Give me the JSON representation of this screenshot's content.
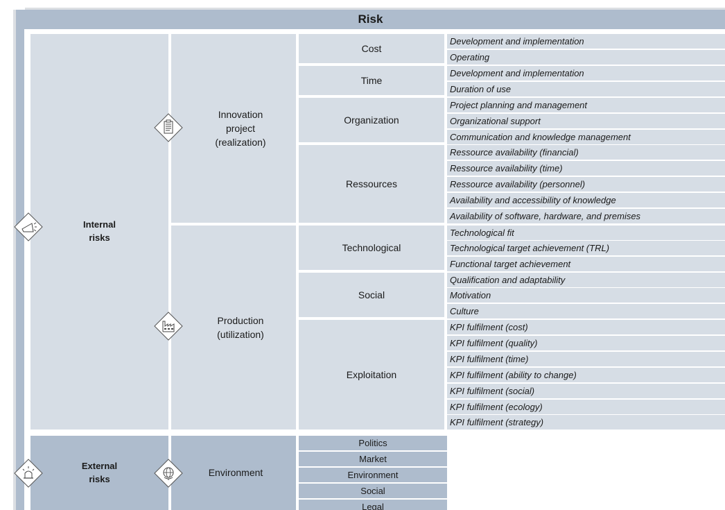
{
  "title": "Risk",
  "internal": {
    "label_line1": "Internal",
    "label_line2": "risks",
    "innovation": {
      "line1": "Innovation",
      "line2": "project",
      "line3": "(realization)",
      "categories": [
        {
          "name": "Cost",
          "items": [
            "Development and implementation",
            "Operating"
          ]
        },
        {
          "name": "Time",
          "items": [
            "Development and implementation",
            "Duration of use"
          ]
        },
        {
          "name": "Organization",
          "items": [
            "Project planning and management",
            "Organizational support",
            "Communication and knowledge management"
          ]
        },
        {
          "name": "Ressources",
          "items": [
            "Ressource availability (financial)",
            "Ressource availability (time)",
            "Ressource availability (personnel)",
            "Availability and accessibility of knowledge",
            "Availability of software, hardware, and premises"
          ]
        }
      ]
    },
    "production": {
      "line1": "Production",
      "line2": "(utilization)",
      "categories": [
        {
          "name": "Technological",
          "items": [
            "Technological fit",
            "Technological target achievement (TRL)",
            "Functional target achievement"
          ]
        },
        {
          "name": "Social",
          "items": [
            "Qualification and adaptability",
            "Motivation",
            "Culture"
          ]
        },
        {
          "name": "Exploitation",
          "items": [
            "KPI fulfilment (cost)",
            "KPI fulfilment (quality)",
            "KPI fulfilment (time)",
            "KPI fulfilment (ability to change)",
            "KPI fulfilment (social)",
            "KPI fulfilment (ecology)",
            "KPI fulfilment (strategy)"
          ]
        }
      ]
    }
  },
  "external": {
    "label_line1": "External",
    "label_line2": "risks",
    "environment_label": "Environment",
    "categories": [
      "Politics",
      "Market",
      "Environment",
      "Social",
      "Legal"
    ]
  },
  "icons": {
    "internal": "megaphone-icon",
    "innovation": "clipboard-checklist-icon",
    "production": "factory-icon",
    "external": "alarm-light-icon",
    "environment": "globe-icon"
  },
  "colors": {
    "header": "#aebccd",
    "light_cell": "#d6dde5",
    "dark_cell": "#aebccd"
  }
}
